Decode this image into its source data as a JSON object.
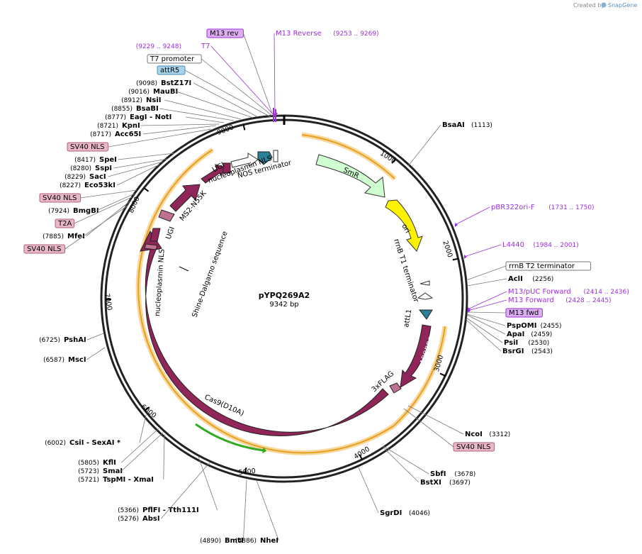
{
  "credit": {
    "prefix": "Created by",
    "brand": "SnapGene"
  },
  "plasmid": {
    "name": "pYPQ269A2",
    "size": "9342 bp"
  },
  "colors": {
    "cas9": "#8f2558",
    "smr": "#cfffd0",
    "ori": "#fff200",
    "teal": "#2b7f96",
    "orange": "#f0a030",
    "green": "#33aa22",
    "primer": "#9b30d9",
    "tag_pink": "#e8b7c9",
    "tag_blue": "#a8d3e8",
    "tag_purple": "#dcb0f0"
  },
  "ticks": [
    "1000",
    "2000",
    "3000",
    "4000",
    "5000",
    "6000",
    "7000",
    "8000",
    "9000"
  ],
  "features": {
    "cas9": "Cas9(D10A)",
    "apobec": "APOBEC-1",
    "flag": "3xFLAG",
    "attl1": "attL1",
    "ori": "ori",
    "smr": "SmR",
    "rrnb_t1": "rrnB T1 terminator",
    "nos": "NOS terminator",
    "nuc_nls_top": "nucleoplasmin NLS",
    "ugi_top": "UGI",
    "ms2": "MS2-N55K",
    "ugi_left": "UGI",
    "nuc_nls_left": "nucleoplasmin NLS",
    "shine": "Shine-Dalgarno sequence"
  },
  "labels_left": [
    {
      "text": "M13 rev",
      "kind": "tag",
      "style": "purple"
    },
    {
      "text": "M13 Reverse",
      "kind": "primer",
      "pos": "(9253 .. 9269)"
    },
    {
      "text": "T7",
      "kind": "primer",
      "pos": "(9229 .. 9248)"
    },
    {
      "text": "T7 promoter",
      "kind": "tag",
      "style": "white"
    },
    {
      "text": "attR5",
      "kind": "tag",
      "style": "blue"
    },
    {
      "text": "BstZ17I",
      "kind": "enzyme",
      "pos": "(9098)"
    },
    {
      "text": "MauBI",
      "kind": "enzyme",
      "pos": "(9016)"
    },
    {
      "text": "NsiI",
      "kind": "enzyme",
      "pos": "(8912)"
    },
    {
      "text": "BsaBI",
      "kind": "enzyme",
      "pos": "(8855)"
    },
    {
      "text": "EagI  - NotI",
      "kind": "enzyme",
      "pos": "(8777)"
    },
    {
      "text": "KpnI",
      "kind": "enzyme",
      "pos": "(8721)"
    },
    {
      "text": "Acc65I",
      "kind": "enzyme",
      "pos": "(8717)"
    },
    {
      "text": "SV40 NLS",
      "kind": "tag",
      "style": "pink"
    },
    {
      "text": "SpeI",
      "kind": "enzyme",
      "pos": "(8417)"
    },
    {
      "text": "SspI",
      "kind": "enzyme",
      "pos": "(8280)"
    },
    {
      "text": "SacI",
      "kind": "enzyme",
      "pos": "(8229)"
    },
    {
      "text": "Eco53kI",
      "kind": "enzyme",
      "pos": "(8227)"
    },
    {
      "text": "SV40 NLS",
      "kind": "tag",
      "style": "pink"
    },
    {
      "text": "BmgBI",
      "kind": "enzyme",
      "pos": "(7924)"
    },
    {
      "text": "T2A",
      "kind": "tag",
      "style": "pink"
    },
    {
      "text": "MfeI",
      "kind": "enzyme",
      "pos": "(7885)"
    },
    {
      "text": "SV40 NLS",
      "kind": "tag",
      "style": "pink"
    },
    {
      "text": "PshAI",
      "kind": "enzyme",
      "pos": "(6725)"
    },
    {
      "text": "MscI",
      "kind": "enzyme",
      "pos": "(6587)"
    },
    {
      "text": "CsiI  - SexAI *",
      "kind": "enzyme",
      "pos": "(6002)"
    },
    {
      "text": "KflI",
      "kind": "enzyme",
      "pos": "(5805)"
    },
    {
      "text": "SmaI",
      "kind": "enzyme",
      "pos": "(5723)"
    },
    {
      "text": "TspMI  - XmaI",
      "kind": "enzyme",
      "pos": "(5721)"
    },
    {
      "text": "PflFI  - Tth111I",
      "kind": "enzyme",
      "pos": "(5366)"
    },
    {
      "text": "AbsI",
      "kind": "enzyme",
      "pos": "(5276)"
    },
    {
      "text": "BmtI",
      "kind": "enzyme",
      "pos": "(4890)"
    },
    {
      "text": "NheI",
      "kind": "enzyme",
      "pos": "(4886)"
    }
  ],
  "labels_right": [
    {
      "text": "BsaAI",
      "kind": "enzyme",
      "pos": "(1113)"
    },
    {
      "text": "pBR322ori-F",
      "kind": "primer",
      "pos": "(1731 .. 1750)"
    },
    {
      "text": "L4440",
      "kind": "primer",
      "pos": "(1984 .. 2001)"
    },
    {
      "text": "rrnB T2 terminator",
      "kind": "tag",
      "style": "white"
    },
    {
      "text": "AclI",
      "kind": "enzyme",
      "pos": "(2256)"
    },
    {
      "text": "M13/pUC Forward",
      "kind": "primer",
      "pos": "(2414 .. 2436)"
    },
    {
      "text": "M13 Forward",
      "kind": "primer",
      "pos": "(2428 .. 2445)"
    },
    {
      "text": "M13 fwd",
      "kind": "tag",
      "style": "purple"
    },
    {
      "text": "PspOMI",
      "kind": "enzyme",
      "pos": "(2455)"
    },
    {
      "text": "ApaI",
      "kind": "enzyme",
      "pos": "(2459)"
    },
    {
      "text": "PsiI",
      "kind": "enzyme",
      "pos": "(2530)"
    },
    {
      "text": "BsrGI",
      "kind": "enzyme",
      "pos": "(2543)"
    },
    {
      "text": "NcoI",
      "kind": "enzyme",
      "pos": "(3312)"
    },
    {
      "text": "SV40 NLS",
      "kind": "tag",
      "style": "pink"
    },
    {
      "text": "SbfI",
      "kind": "enzyme",
      "pos": "(3678)"
    },
    {
      "text": "BstXI",
      "kind": "enzyme",
      "pos": "(3697)"
    },
    {
      "text": "SgrDI",
      "kind": "enzyme",
      "pos": "(4046)"
    }
  ]
}
